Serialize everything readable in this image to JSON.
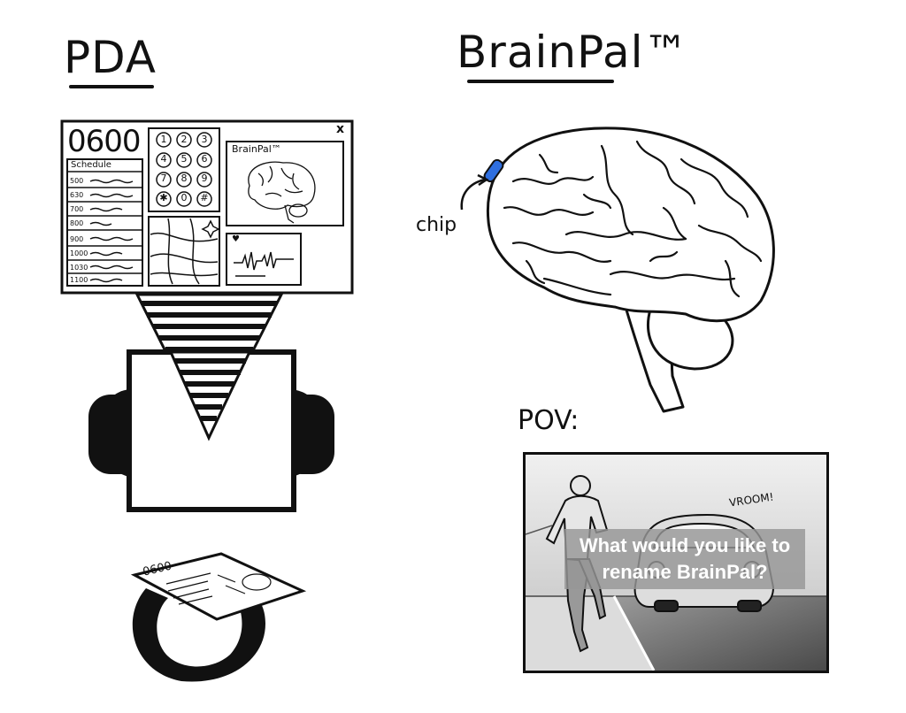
{
  "left": {
    "title": "PDA",
    "screen": {
      "time": "0600",
      "schedule_title": "Schedule",
      "schedule": [
        "500",
        "630",
        "700",
        "800",
        "900",
        "1000",
        "1030",
        "1100"
      ],
      "keypad": [
        "1",
        "2",
        "3",
        "4",
        "5",
        "6",
        "7",
        "8",
        "9",
        "✱",
        "0",
        "#"
      ],
      "brainpal_label": "BrainPal™",
      "close": "x",
      "heart": "♥"
    },
    "mini_time": "0600"
  },
  "right": {
    "title": "BrainPal™",
    "chip_label": "chip",
    "chip_color": "#2f6fe0",
    "pov_label": "POV:",
    "pov_scene": {
      "sound_effect": "VROOM!",
      "caption_line1": "What would you like to",
      "caption_line2": "rename BrainPal?"
    }
  }
}
